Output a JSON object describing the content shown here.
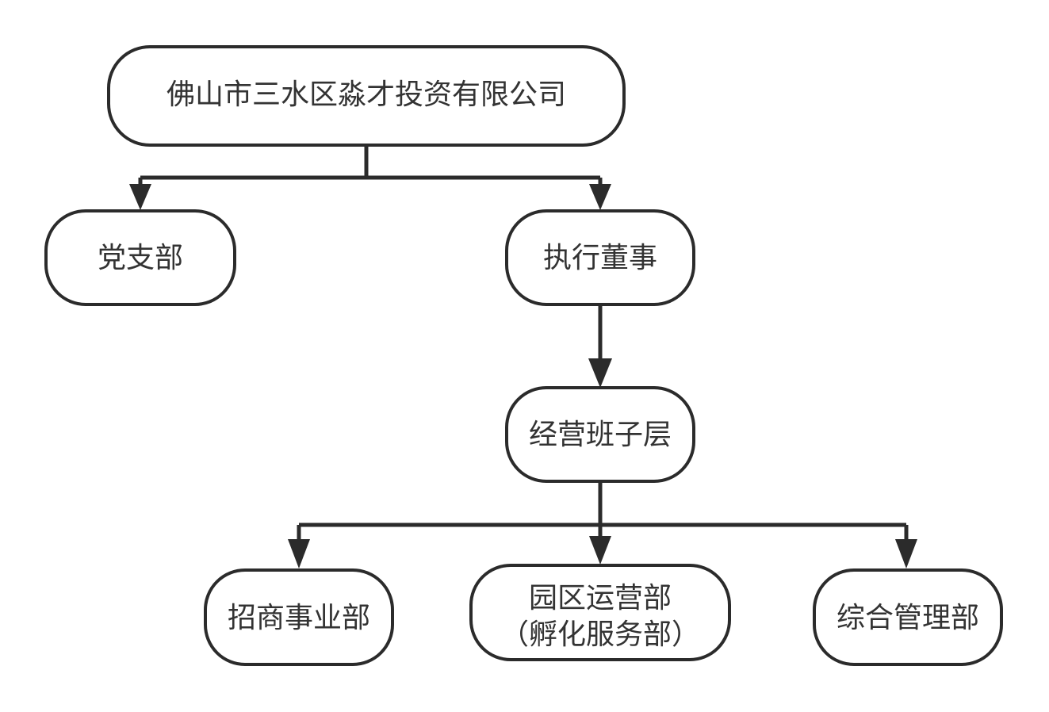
{
  "nodes": {
    "company": "佛山市三水区淼才投资有限公司",
    "party_branch": "党支部",
    "executive_director": "执行董事",
    "management_team": "经营班子层",
    "investment_dept": "招商事业部",
    "park_ops_dept_line1": "园区运营部",
    "park_ops_dept_line2": "（孵化服务部）",
    "admin_dept": "综合管理部"
  },
  "colors": {
    "stroke": "#2b2b2b",
    "text": "#333333",
    "background": "#ffffff"
  }
}
